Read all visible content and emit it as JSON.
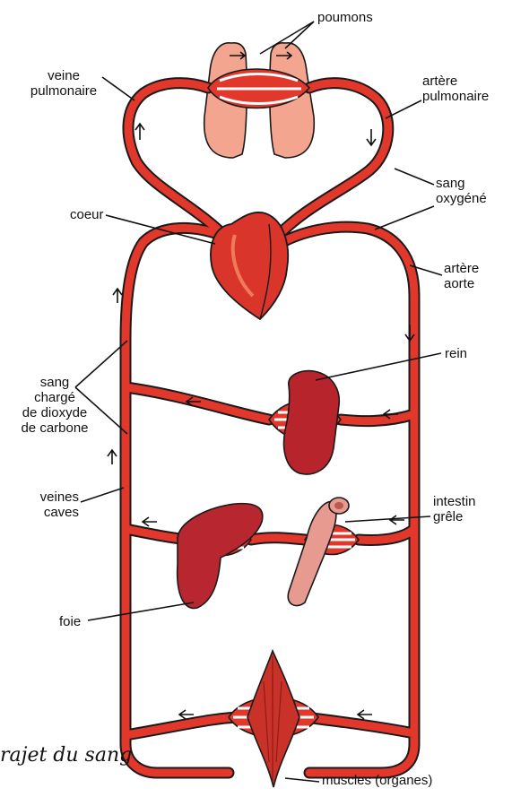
{
  "labels": {
    "poumons": "poumons",
    "veine_pulmonaire": "veine\npulmonaire",
    "artere_pulmonaire": "artère\npulmonaire",
    "sang_oxygene": "sang\noxygéné",
    "coeur": "coeur",
    "artere_aorte": "artère\naorte",
    "rein": "rein",
    "sang_charge": "sang\nchargé\nde dioxyde\nde carbone",
    "veines_caves": "veines\ncaves",
    "intestin_grele": "intestin\ngrêle",
    "foie": "foie",
    "muscles": "muscles (organes)"
  },
  "caption": "rajet du sang",
  "colors": {
    "vessel": "#e2372b",
    "vessel_stroke": "#1a1a1a",
    "lung": "#f3a58f",
    "heart": "#d9352a",
    "kidney": "#b8242c",
    "liver": "#b82630",
    "intestine": "#e79a8f",
    "muscle": "#c93228"
  }
}
